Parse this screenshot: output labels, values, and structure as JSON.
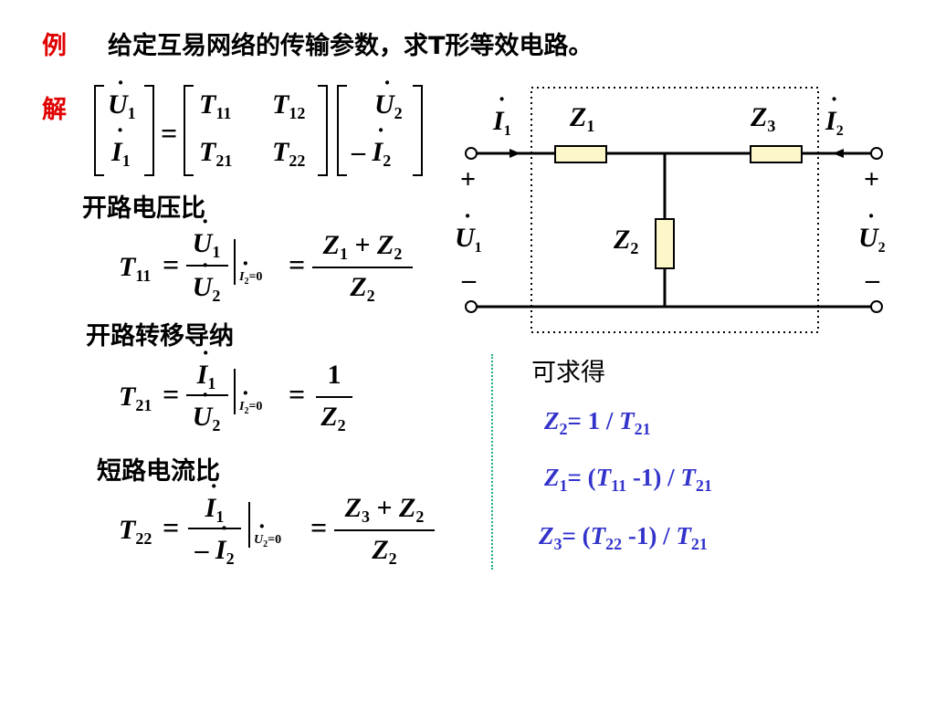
{
  "header": {
    "example_label": "例",
    "problem": "给定互易网络的传输参数，求T形等效电路。",
    "solution_label": "解"
  },
  "matrix": {
    "U": "U",
    "I": "I",
    "T": "T",
    "s1": "1",
    "s2": "2",
    "s11": "11",
    "s12": "12",
    "s21": "21",
    "s22": "22",
    "equals": "=",
    "minus": "–"
  },
  "sections": {
    "open_voltage": "开路电压比",
    "open_transfer": "开路转移导纳",
    "short_current": "短路电流比"
  },
  "formulas": {
    "cond_i2": "=0",
    "cond_u2": "=0",
    "Z": "Z",
    "num_t11": "+",
    "one": "1"
  },
  "circuit": {
    "I": "I",
    "Z": "Z",
    "U": "U",
    "n1": "1",
    "n2": "2",
    "n3": "3",
    "plus": "+",
    "minus": "–"
  },
  "results": {
    "heading": "可求得",
    "r1": {
      "lhs": "Z",
      "lsub": "2",
      "rhs_a": "= 1 / ",
      "T": "T",
      "tsub": "21"
    },
    "r2": {
      "lhs": "Z",
      "lsub": "1",
      "rhs_a": "= (",
      "T": "T",
      "tsub": "11",
      "rhs_b": " -1) / ",
      "T2": "T",
      "t2sub": "21"
    },
    "r3": {
      "lhs": "Z",
      "lsub": "3",
      "rhs_a": "= (",
      "T": "T",
      "tsub": "22",
      "rhs_b": " -1) / ",
      "T2": "T",
      "t2sub": "21"
    }
  },
  "colors": {
    "label_red": "#e00000",
    "result_blue": "#3333cc",
    "resistor_fill": "#fdf6c8",
    "divider_green": "#20b080"
  }
}
